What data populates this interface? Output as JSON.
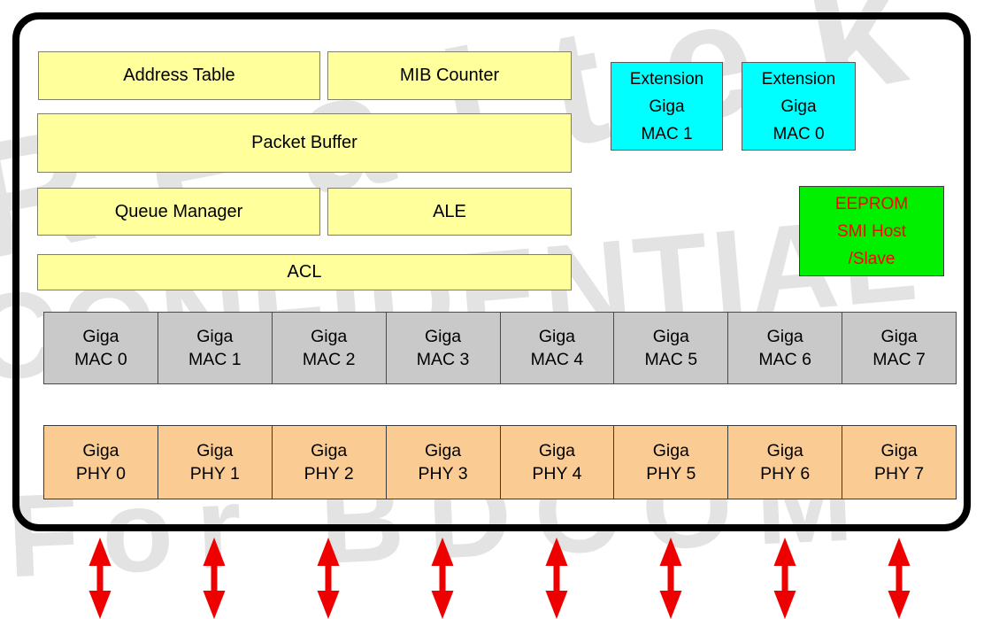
{
  "watermark": {
    "line1": "Realtek",
    "line2": "CONFIDENTIAL",
    "line3": "For BDCOM",
    "color": "#e3e3e3"
  },
  "colors": {
    "function_block_yellow": "#ffff9c",
    "extension_mac_cyan": "#00ffff",
    "eeprom_green": "#00f000",
    "mac_row_gray": "#c9c9c9",
    "phy_row_orange": "#fbcb94",
    "arrow_red": "#ee0000",
    "boundary_black": "#000000",
    "eeprom_text_red": "#ff0000"
  },
  "blocks": {
    "address_table": "Address Table",
    "mib_counter": "MIB Counter",
    "packet_buffer": "Packet Buffer",
    "queue_manager": "Queue Manager",
    "ale": "ALE",
    "acl": "ACL",
    "extension_mac_1": {
      "lines": [
        "Extension",
        "Giga",
        "MAC 1"
      ]
    },
    "extension_mac_0": {
      "lines": [
        "Extension",
        "Giga",
        "MAC 0"
      ]
    },
    "eeprom": {
      "lines": [
        "EEPROM",
        "SMI Host",
        "/Slave"
      ]
    }
  },
  "mac_row": {
    "cells": [
      {
        "line1": "Giga",
        "line2": "MAC 0"
      },
      {
        "line1": "Giga",
        "line2": "MAC 1"
      },
      {
        "line1": "Giga",
        "line2": "MAC 2"
      },
      {
        "line1": "Giga",
        "line2": "MAC 3"
      },
      {
        "line1": "Giga",
        "line2": "MAC 4"
      },
      {
        "line1": "Giga",
        "line2": "MAC 5"
      },
      {
        "line1": "Giga",
        "line2": "MAC 6"
      },
      {
        "line1": "Giga",
        "line2": "MAC 7"
      }
    ]
  },
  "phy_row": {
    "cells": [
      {
        "line1": "Giga",
        "line2": "PHY 0"
      },
      {
        "line1": "Giga",
        "line2": "PHY 1"
      },
      {
        "line1": "Giga",
        "line2": "PHY 2"
      },
      {
        "line1": "Giga",
        "line2": "PHY 3"
      },
      {
        "line1": "Giga",
        "line2": "PHY 4"
      },
      {
        "line1": "Giga",
        "line2": "PHY 5"
      },
      {
        "line1": "Giga",
        "line2": "PHY 6"
      },
      {
        "line1": "Giga",
        "line2": "PHY 7"
      }
    ]
  },
  "port_arrows": {
    "count": 8,
    "type": "bidirectional-vertical"
  }
}
